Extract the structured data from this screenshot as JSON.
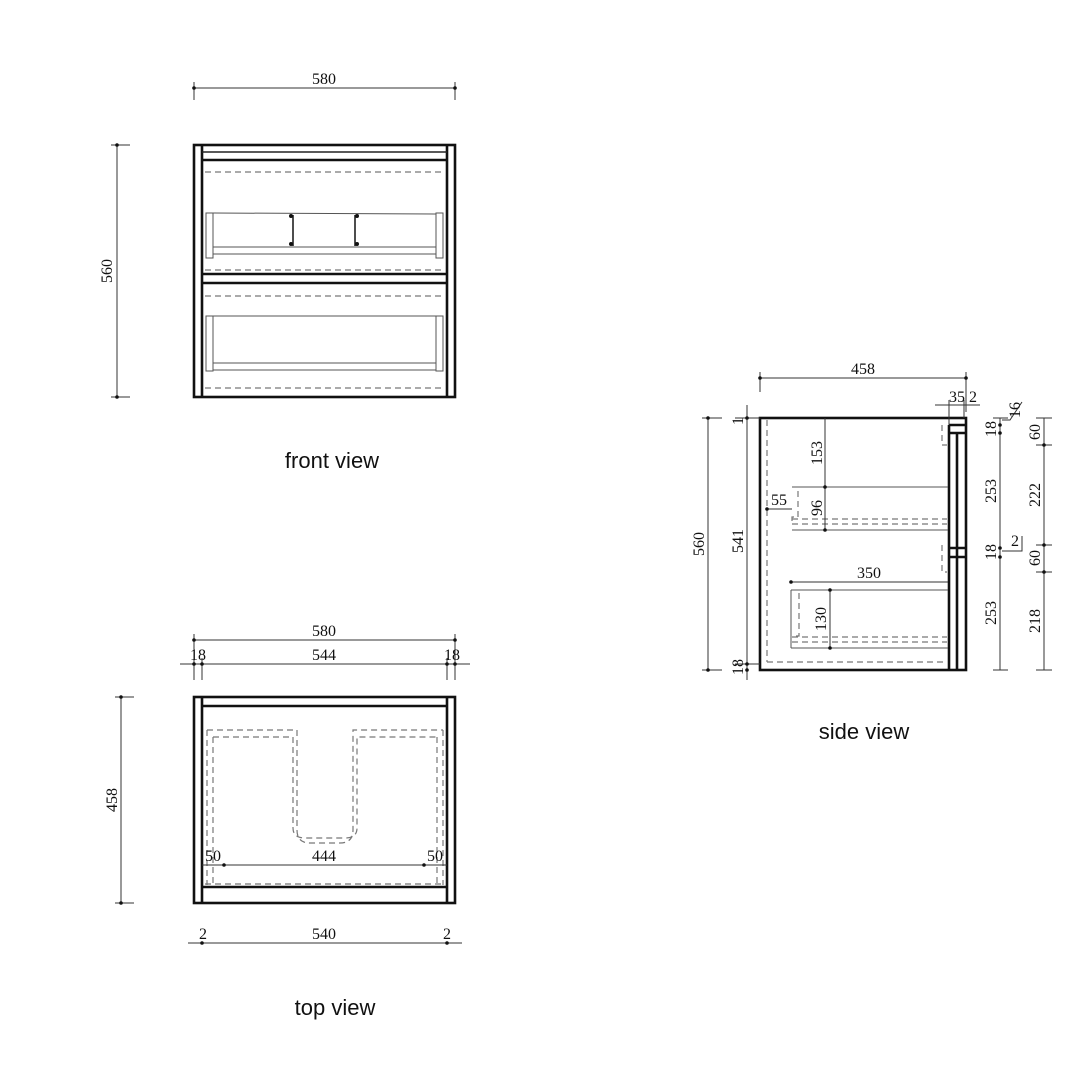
{
  "front_view": {
    "label": "front view",
    "dims": {
      "width": "580",
      "height": "560"
    }
  },
  "top_view": {
    "label": "top view",
    "dims": {
      "width": "580",
      "inner": "544",
      "side_left": "18",
      "side_right": "18",
      "depth": "458",
      "offset_left": "50",
      "span": "444",
      "offset_right": "50",
      "bottom": "540",
      "gap_left": "2",
      "gap_right": "2"
    }
  },
  "side_view": {
    "label": "side view",
    "dims": {
      "depth": "458",
      "door": "35",
      "gap_top": "2",
      "height": "560",
      "inner_height": "541",
      "top_gap": "1",
      "bottom": "18",
      "d153": "153",
      "d96": "96",
      "d55": "55",
      "d350": "350",
      "d130": "130",
      "rail_top": "18",
      "drawer_upper": "253",
      "rail_mid": "18",
      "drawer_lower": "253",
      "d16": "16",
      "d2": "2",
      "r60a": "60",
      "r222": "222",
      "r60b": "60",
      "r218": "218"
    }
  }
}
